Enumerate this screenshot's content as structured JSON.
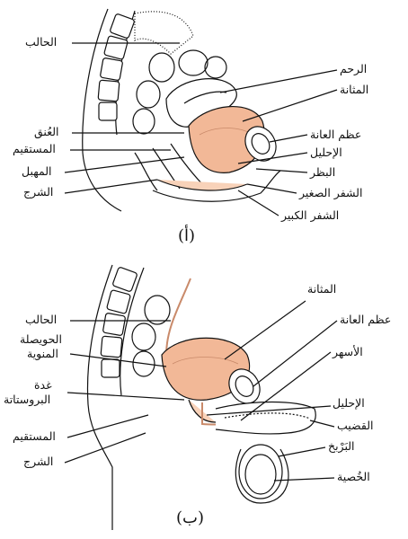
{
  "colors": {
    "organ_fill": "#f2b897",
    "organ_fill_light": "#f8d2b9",
    "line": "#111111",
    "background": "#ffffff"
  },
  "panel_a": {
    "caption": "(أ)",
    "labels_left": [
      "الحالب",
      "العُنق",
      "المستقيم",
      "المهبل",
      "الشرج"
    ],
    "labels_right": [
      "الرحم",
      "المثانة",
      "عظم العانة",
      "الإحليل",
      "البظر",
      "الشفر الصغير",
      "الشفر الكبير"
    ]
  },
  "panel_b": {
    "caption": "(ب)",
    "labels_left": [
      "الحالب",
      "الحويصلة",
      "المنوية",
      "غدة",
      "البروستاتة",
      "المستقيم",
      "الشرج"
    ],
    "labels_right": [
      "المثانة",
      "عظم العانة",
      "الأسهر",
      "الإحليل",
      "القضيب",
      "البَرْبخ",
      "الخُصية"
    ]
  }
}
